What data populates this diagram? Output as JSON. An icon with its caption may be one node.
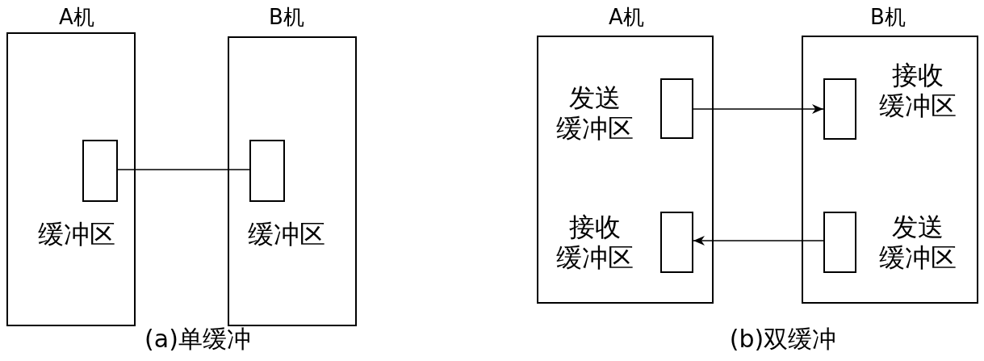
{
  "diagram": {
    "nodes": [
      {
        "text": [
          "A机"
        ]
      },
      {
        "text": [],
        "shape": "box",
        "in": 0,
        "beside": [
          "缓冲区"
        ]
      },
      {
        "text": [
          "B机"
        ]
      },
      {
        "text": [],
        "shape": "box",
        "in": 2,
        "beside": [
          "缓冲区"
        ]
      },
      {
        "text": [
          "A机"
        ]
      },
      {
        "text": [],
        "shape": "box",
        "in": 4,
        "beside": [
          "发送缓冲区"
        ]
      },
      {
        "text": [],
        "shape": "box",
        "in": 4,
        "beside": [
          "接收缓冲区"
        ]
      },
      {
        "text": [
          "B机"
        ]
      },
      {
        "text": [],
        "shape": "box",
        "in": 7,
        "beside": [
          "接收缓冲区"
        ]
      },
      {
        "text": [],
        "shape": "box",
        "in": 7,
        "beside": [
          "发送缓冲区"
        ]
      }
    ],
    "edges": [
      {
        "from": 1,
        "to": 3,
        "arrow": "none"
      },
      {
        "from": 5,
        "to": 8,
        "arrow": "to"
      },
      {
        "from": 9,
        "to": 6,
        "arrow": "to"
      }
    ],
    "labels": [
      "(a)单缓冲",
      "(b)双缓冲"
    ]
  }
}
